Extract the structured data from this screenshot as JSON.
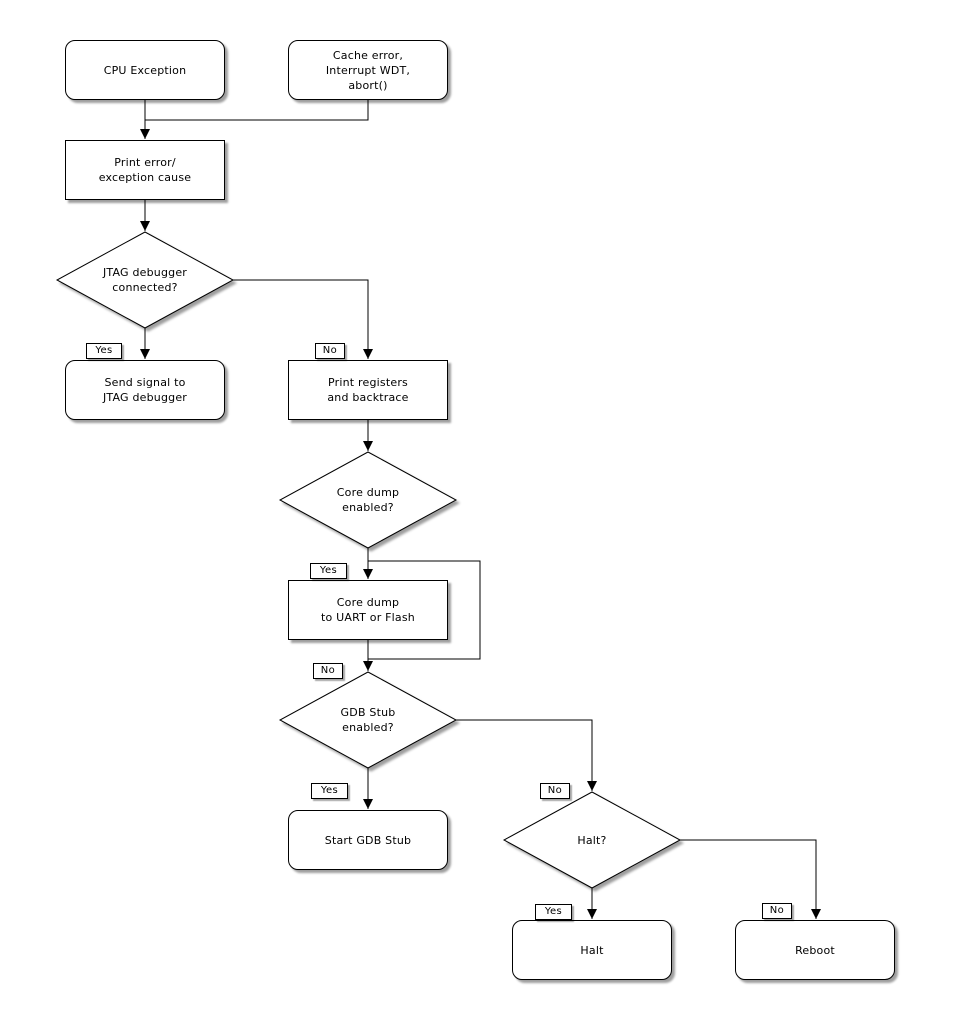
{
  "diagram": {
    "type": "flowchart",
    "colors": {
      "background": "#ffffff",
      "node_fill": "#ffffff",
      "stroke": "#000000",
      "text": "#000000",
      "shadow": "rgba(0,0,0,0.38)"
    },
    "nodes": {
      "cpu_exception": {
        "shape": "rounded",
        "label": "CPU Exception"
      },
      "cache_error": {
        "shape": "rounded",
        "label": "Cache error,\nInterrupt WDT,\nabort()"
      },
      "print_error": {
        "shape": "rect",
        "label": "Print error/\nexception cause"
      },
      "jtag_connected": {
        "shape": "diamond",
        "label": "JTAG debugger\nconnected?"
      },
      "send_signal": {
        "shape": "rounded",
        "label": "Send signal to\nJTAG debugger"
      },
      "print_registers": {
        "shape": "rect",
        "label": "Print registers\nand backtrace"
      },
      "core_dump_enabled": {
        "shape": "diamond",
        "label": "Core dump\nenabled?"
      },
      "core_dump_uart_flash": {
        "shape": "rect",
        "label": "Core dump\nto UART or Flash"
      },
      "gdb_stub_enabled": {
        "shape": "diamond",
        "label": "GDB Stub\nenabled?"
      },
      "start_gdb_stub": {
        "shape": "rounded",
        "label": "Start GDB Stub"
      },
      "halt_question": {
        "shape": "diamond",
        "label": "Halt?"
      },
      "halt": {
        "shape": "rounded",
        "label": "Halt"
      },
      "reboot": {
        "shape": "rounded",
        "label": "Reboot"
      }
    },
    "edge_labels": {
      "jtag_yes": "Yes",
      "jtag_no": "No",
      "core_dump_yes": "Yes",
      "core_dump_no": "No",
      "gdb_stub_yes": "Yes",
      "gdb_stub_no": "No",
      "halt_yes": "Yes",
      "halt_no": "No"
    }
  }
}
